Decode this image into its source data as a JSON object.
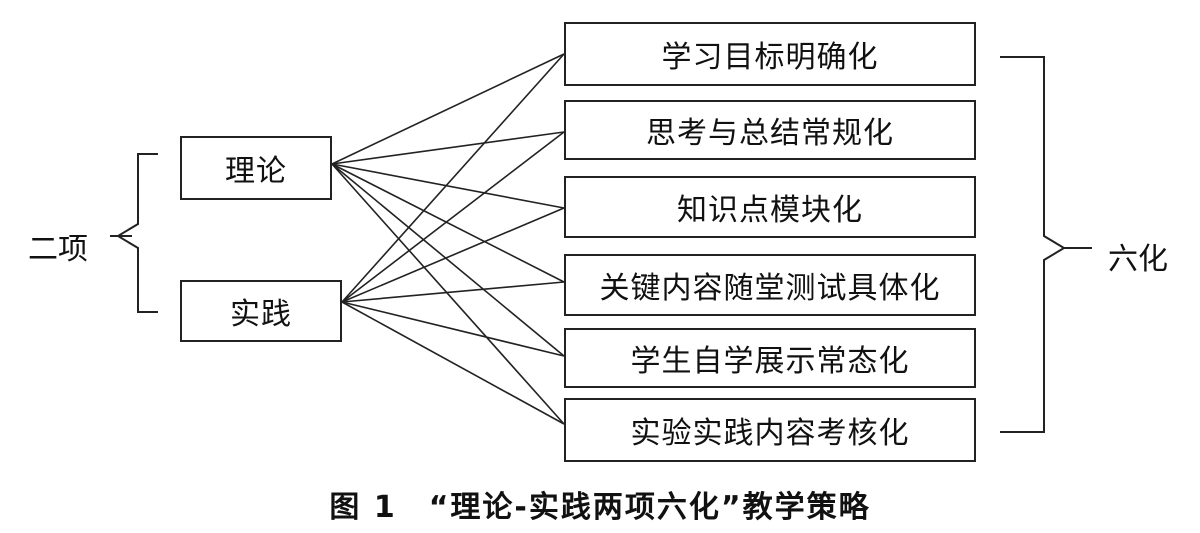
{
  "left_label": "二项",
  "right_label": "六化",
  "left_items": [
    "理论",
    "实践"
  ],
  "right_items": [
    "学习目标明确化",
    "思考与总结常规化",
    "知识点模块化",
    "关键内容随堂测试具体化",
    "学生自学展示常态化",
    "实验实践内容考核化"
  ],
  "caption": "图 1　“理论-实践两项六化”教学策略"
}
